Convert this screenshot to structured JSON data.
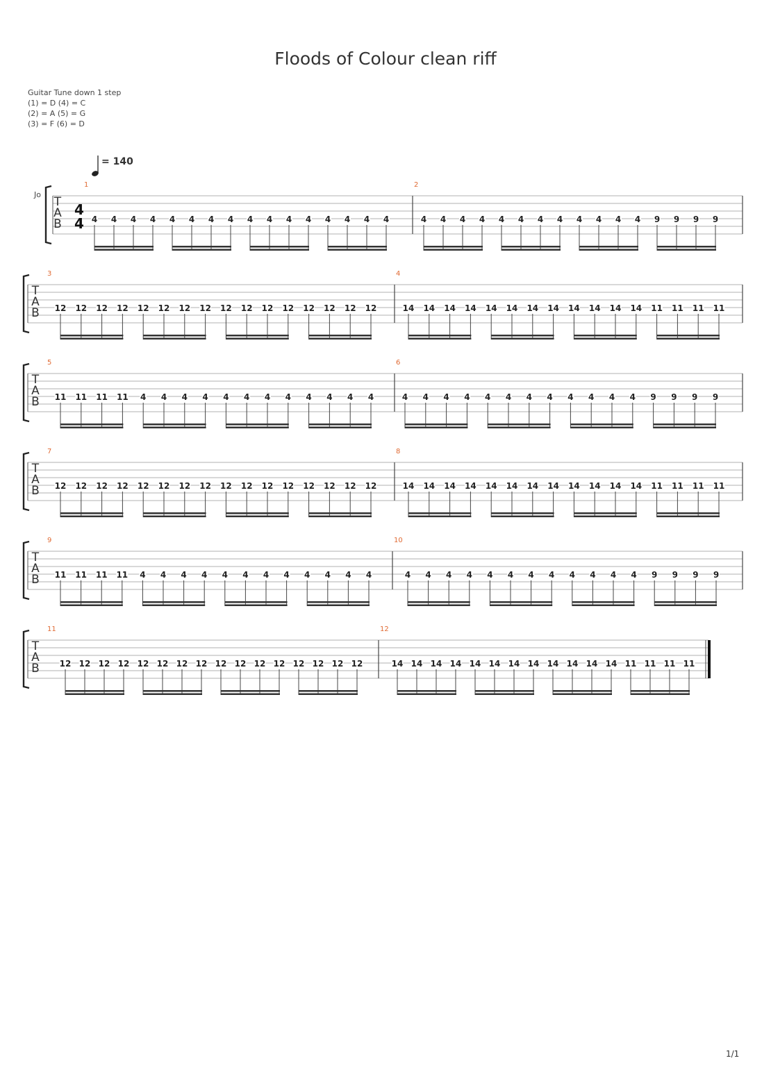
{
  "title": "Floods of Colour clean riff",
  "tuning": {
    "lines": [
      "Guitar Tune down 1 step",
      "(1) = D (4) = C",
      "(2) = A (5) = G",
      "(3) = F  (6) = D"
    ]
  },
  "tempo": {
    "text": "= 140",
    "bpm": 140,
    "note_icon": "quarter-note-icon"
  },
  "track_label": "Jo",
  "time_signature": {
    "numerator": "4",
    "denominator": "4"
  },
  "tab_clef": [
    "T",
    "A",
    "B"
  ],
  "colors": {
    "bar_number": "#e06a33",
    "staff_line": "#b0b0b0",
    "text": "#222222"
  },
  "systems": [
    {
      "measures": [
        {
          "number": "1",
          "notes": [
            "4",
            "4",
            "4",
            "4",
            "4",
            "4",
            "4",
            "4",
            "4",
            "4",
            "4",
            "4",
            "4",
            "4",
            "4",
            "4"
          ]
        },
        {
          "number": "2",
          "notes": [
            "4",
            "4",
            "4",
            "4",
            "4",
            "4",
            "4",
            "4",
            "4",
            "4",
            "4",
            "4",
            "9",
            "9",
            "9",
            "9"
          ]
        }
      ]
    },
    {
      "measures": [
        {
          "number": "3",
          "notes": [
            "12",
            "12",
            "12",
            "12",
            "12",
            "12",
            "12",
            "12",
            "12",
            "12",
            "12",
            "12",
            "12",
            "12",
            "12",
            "12"
          ]
        },
        {
          "number": "4",
          "notes": [
            "14",
            "14",
            "14",
            "14",
            "14",
            "14",
            "14",
            "14",
            "14",
            "14",
            "14",
            "14",
            "11",
            "11",
            "11",
            "11"
          ]
        }
      ]
    },
    {
      "measures": [
        {
          "number": "5",
          "notes": [
            "11",
            "11",
            "11",
            "11",
            "4",
            "4",
            "4",
            "4",
            "4",
            "4",
            "4",
            "4",
            "4",
            "4",
            "4",
            "4"
          ]
        },
        {
          "number": "6",
          "notes": [
            "4",
            "4",
            "4",
            "4",
            "4",
            "4",
            "4",
            "4",
            "4",
            "4",
            "4",
            "4",
            "9",
            "9",
            "9",
            "9"
          ]
        }
      ]
    },
    {
      "measures": [
        {
          "number": "7",
          "notes": [
            "12",
            "12",
            "12",
            "12",
            "12",
            "12",
            "12",
            "12",
            "12",
            "12",
            "12",
            "12",
            "12",
            "12",
            "12",
            "12"
          ]
        },
        {
          "number": "8",
          "notes": [
            "14",
            "14",
            "14",
            "14",
            "14",
            "14",
            "14",
            "14",
            "14",
            "14",
            "14",
            "14",
            "11",
            "11",
            "11",
            "11"
          ]
        }
      ]
    },
    {
      "measures": [
        {
          "number": "9",
          "notes": [
            "11",
            "11",
            "11",
            "11",
            "4",
            "4",
            "4",
            "4",
            "4",
            "4",
            "4",
            "4",
            "4",
            "4",
            "4",
            "4"
          ]
        },
        {
          "number": "10",
          "notes": [
            "4",
            "4",
            "4",
            "4",
            "4",
            "4",
            "4",
            "4",
            "4",
            "4",
            "4",
            "4",
            "9",
            "9",
            "9",
            "9"
          ]
        }
      ]
    },
    {
      "measures": [
        {
          "number": "11",
          "notes": [
            "12",
            "12",
            "12",
            "12",
            "12",
            "12",
            "12",
            "12",
            "12",
            "12",
            "12",
            "12",
            "12",
            "12",
            "12",
            "12"
          ]
        },
        {
          "number": "12",
          "notes": [
            "14",
            "14",
            "14",
            "14",
            "14",
            "14",
            "14",
            "14",
            "14",
            "14",
            "14",
            "14",
            "11",
            "11",
            "11",
            "11"
          ]
        }
      ]
    }
  ],
  "page_number": "1/1"
}
